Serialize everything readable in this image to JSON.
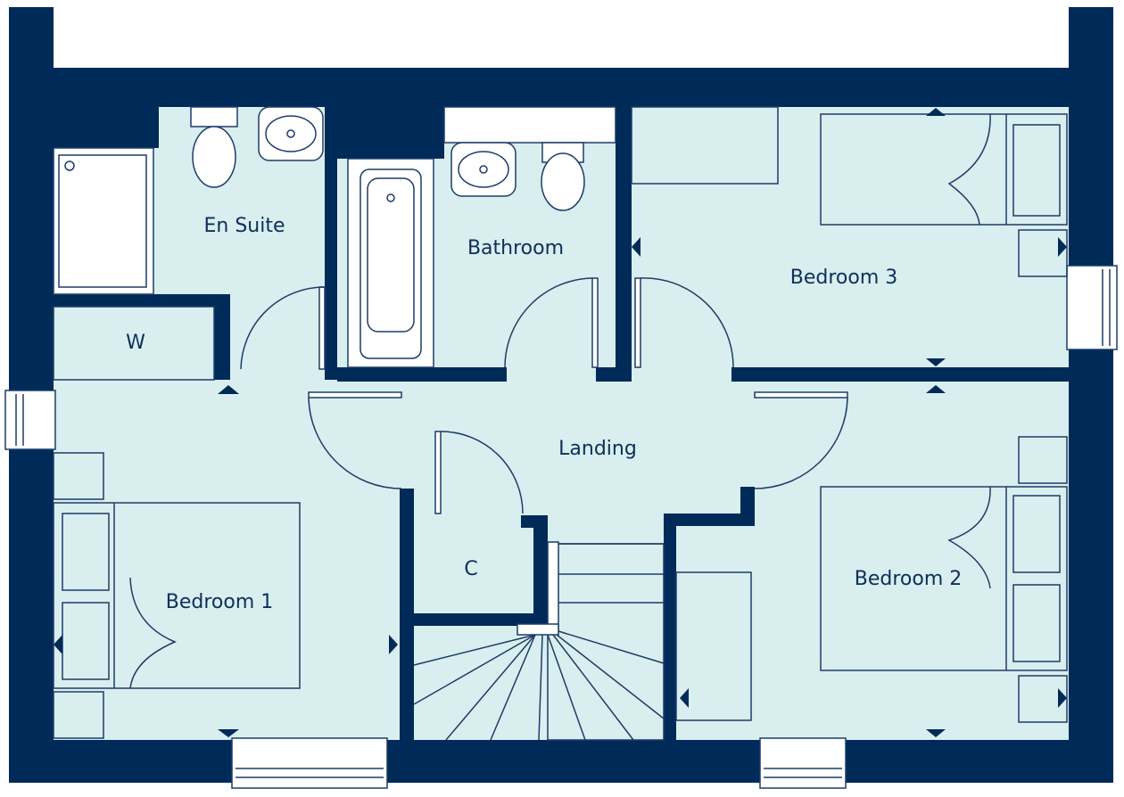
{
  "colors": {
    "wall": "#002b58",
    "floor": "#d9eeee",
    "fixture": "#ffffff",
    "line": "#1c3d68",
    "label": "#0d2f5a"
  },
  "rooms": [
    {
      "id": "en-suite",
      "label": "En Suite"
    },
    {
      "id": "bathroom",
      "label": "Bathroom"
    },
    {
      "id": "bedroom-3",
      "label": "Bedroom 3"
    },
    {
      "id": "w",
      "label": "W"
    },
    {
      "id": "landing",
      "label": "Landing"
    },
    {
      "id": "c",
      "label": "C"
    },
    {
      "id": "bedroom-1",
      "label": "Bedroom 1"
    },
    {
      "id": "bedroom-2",
      "label": "Bedroom 2"
    }
  ]
}
